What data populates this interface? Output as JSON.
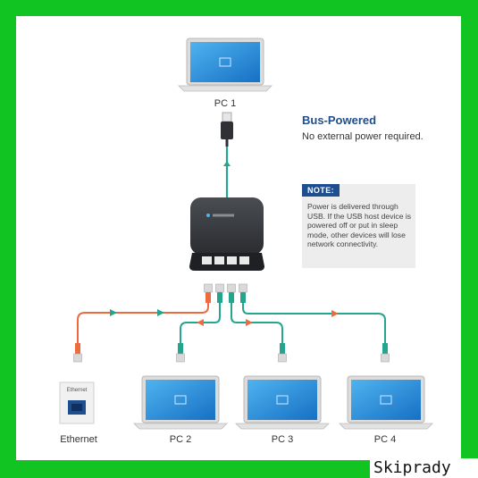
{
  "frame": {
    "border_color": "#12c421"
  },
  "labels": {
    "pc1": "PC 1",
    "pc2": "PC 2",
    "pc3": "PC 3",
    "pc4": "PC 4",
    "ethernet": "Ethernet",
    "wall_jack": "Ethernet"
  },
  "bus": {
    "title": "Bus-Powered",
    "subtitle": "No external power required."
  },
  "note": {
    "badge": "NOTE:",
    "text": "Power is delivered through USB. If the USB host device is powered off or put in sleep mode, other devices will lose network connectivity."
  },
  "watermark": {
    "text": "Skiprady"
  },
  "colors": {
    "title_blue": "#1f4e8f",
    "cable_teal": "#25a58e",
    "cable_orange": "#ee6a3f",
    "screen_blue": "#1d8fd8"
  },
  "icons": [
    "laptop-icon",
    "usb-plug-icon",
    "network-switch-icon",
    "rj45-plug-icon",
    "wall-jack-icon",
    "arrow-icon"
  ]
}
